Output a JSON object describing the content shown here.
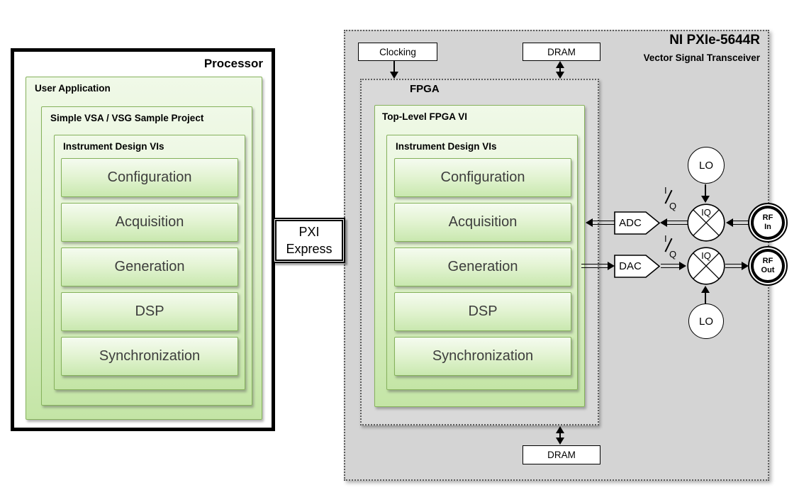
{
  "palette": {
    "green_border": "#84b15a",
    "green_fill_top": "#f5fbf0",
    "green_fill_bottom": "#c9e8af",
    "gray_fill": "#d4d4d4",
    "line_black": "#000000"
  },
  "processor": {
    "title": "Processor",
    "user_application_label": "User Application",
    "project_label": "Simple VSA / VSG Sample Project",
    "instrument_label": "Instrument Design VIs",
    "blocks": [
      "Configuration",
      "Acquisition",
      "Generation",
      "DSP",
      "Synchronization"
    ]
  },
  "bus": {
    "label": "PXI Express"
  },
  "device": {
    "title": "NI PXIe-5644R",
    "subtitle": "Vector Signal Transceiver",
    "clocking_label": "Clocking",
    "dram_top_label": "DRAM",
    "dram_bottom_label": "DRAM",
    "fpga_label": "FPGA",
    "top_level_label": "Top-Level FPGA VI",
    "instrument_label": "Instrument Design VIs",
    "blocks": [
      "Configuration",
      "Acquisition",
      "Generation",
      "DSP",
      "Synchronization"
    ],
    "adc_label": "ADC",
    "dac_label": "DAC",
    "mixer_top_label": "IQ",
    "mixer_bottom_label": "IQ",
    "lo_top_label": "LO",
    "lo_bottom_label": "LO",
    "rf_in": {
      "line1": "RF",
      "line2": "In"
    },
    "rf_out": {
      "line1": "RF",
      "line2": "Out"
    },
    "iq_top": {
      "i": "I",
      "q": "Q"
    },
    "iq_bottom": {
      "i": "I",
      "q": "Q"
    }
  }
}
